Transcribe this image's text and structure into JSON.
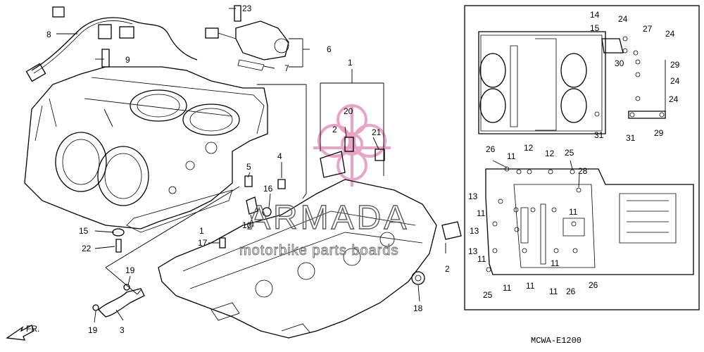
{
  "diagram": {
    "code": "MCWA-E1200",
    "front_marker": "FR.",
    "watermark": {
      "brand": "ARMADA",
      "tagline": "motorbike parts boards",
      "logo_color": "#e9a3c4"
    },
    "labels": {
      "p1a": "1",
      "p1b": "1",
      "p2a": "2",
      "p2b": "2",
      "p3": "3",
      "p4": "4",
      "p5": "5",
      "p6": "6",
      "p7": "7",
      "p8": "8",
      "p9": "9",
      "p10": "10",
      "p11a": "11",
      "p11b": "11",
      "p11c": "11",
      "p11d": "11",
      "p11e": "11",
      "p11f": "11",
      "p11g": "11",
      "p11h": "11",
      "p12a": "12",
      "p12b": "12",
      "p13a": "13",
      "p13b": "13",
      "p13c": "13",
      "p14": "14",
      "p15a": "15",
      "p15b": "15",
      "p16": "16",
      "p17": "17",
      "p18": "18",
      "p19a": "19",
      "p19b": "19",
      "p20": "20",
      "p21": "21",
      "p22": "22",
      "p23": "23",
      "p24a": "24",
      "p24b": "24",
      "p24c": "24",
      "p24d": "24",
      "p25a": "25",
      "p25b": "25",
      "p26a": "26",
      "p26b": "26",
      "p26c": "26",
      "p27": "27",
      "p28": "28",
      "p29a": "29",
      "p29b": "29",
      "p30": "30",
      "p31a": "31",
      "p31b": "31"
    }
  }
}
